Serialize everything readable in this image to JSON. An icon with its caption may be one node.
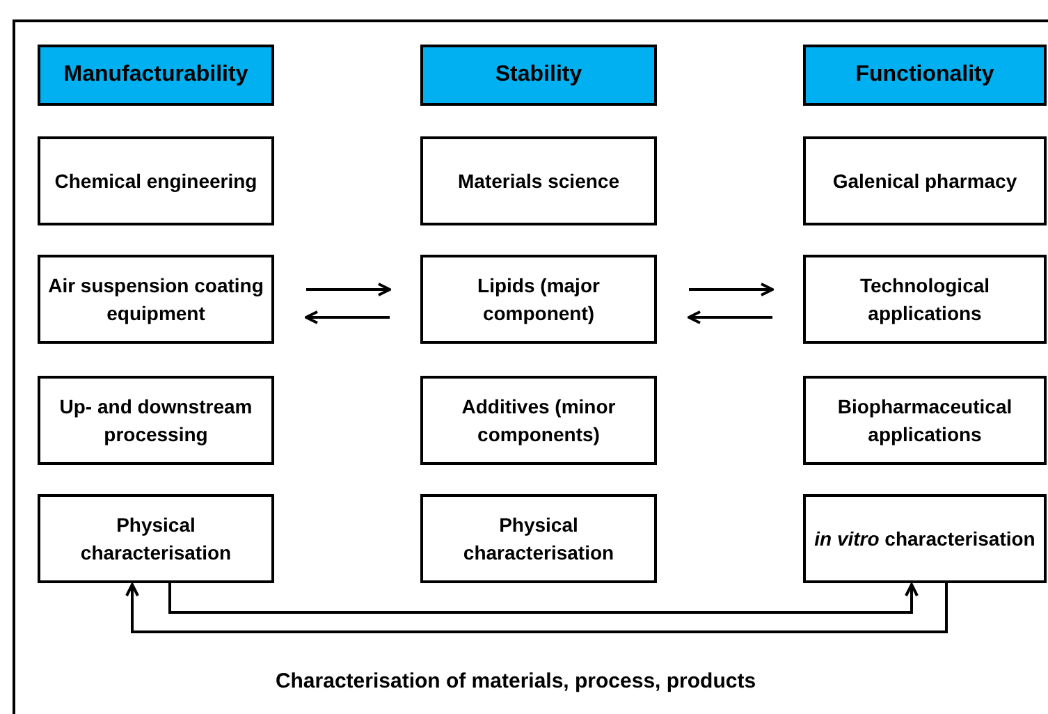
{
  "diagram": {
    "nodes": [
      {
        "text": [
          "Manufacturability"
        ]
      },
      {
        "text": [
          "Stability"
        ]
      },
      {
        "text": [
          "Functionality"
        ]
      },
      {
        "text": [
          "Chemical engineering"
        ]
      },
      {
        "text": [
          "Materials science"
        ]
      },
      {
        "text": [
          "Galenical pharmacy"
        ]
      },
      {
        "text": [
          "Air suspension coating equipment"
        ]
      },
      {
        "text": [
          "Lipids (major component)"
        ]
      },
      {
        "text": [
          "Technological applications"
        ]
      },
      {
        "text": [
          "Up- and downstream processing"
        ]
      },
      {
        "text": [
          "Additives (minor components)"
        ]
      },
      {
        "text": [
          "Biopharmaceutical applications"
        ]
      },
      {
        "text": [
          "Physical characterisation"
        ]
      },
      {
        "text": [
          "Physical characterisation"
        ]
      },
      {
        "text": [
          "*in vitro* characterisation"
        ]
      }
    ],
    "edges": [
      {
        "from": 6,
        "to": 7,
        "arrow": "to"
      },
      {
        "from": 7,
        "to": 6,
        "arrow": "to"
      },
      {
        "from": 7,
        "to": 8,
        "arrow": "to"
      },
      {
        "from": 8,
        "to": 7,
        "arrow": "to"
      },
      {
        "from": 12,
        "to": 14,
        "arrow": "to"
      },
      {
        "from": 14,
        "to": 12,
        "arrow": "to"
      }
    ],
    "labels": [
      "Characterisation of materials, process, products"
    ]
  }
}
